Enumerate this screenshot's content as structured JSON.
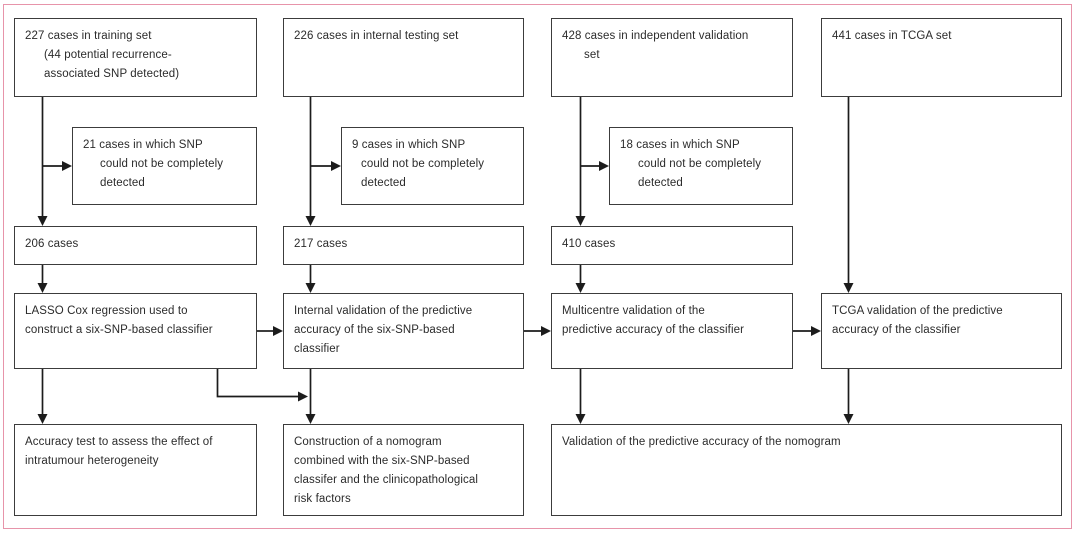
{
  "figure": {
    "title": "Study profile flow diagram",
    "frame_border_color": "#e794aa",
    "box_border_color": "#3c3c3c",
    "arrow_color": "#1c1c1c",
    "text_color": "#2b2b2b"
  },
  "boxes": {
    "training_set": {
      "lines": [
        "227 cases in training set",
        "(44 potential recurrence-",
        "associated SNP detected)"
      ],
      "hang": 19
    },
    "internal_testing_set": {
      "lines": [
        "226 cases in internal testing set"
      ],
      "hang": 0
    },
    "independent_validation_set": {
      "lines": [
        "428 cases in independent validation",
        "set"
      ],
      "hang": 22
    },
    "tcga_set": {
      "lines": [
        "441 cases in TCGA set"
      ],
      "hang": 0
    },
    "excluded_training": {
      "lines": [
        "21 cases in which SNP",
        "could not be completely",
        "detected"
      ],
      "hang": 17
    },
    "excluded_internal": {
      "lines": [
        "9 cases in which SNP",
        "could not be completely",
        "detected"
      ],
      "hang": 9
    },
    "excluded_validation": {
      "lines": [
        "18 cases in which SNP",
        "could not be completely",
        "detected"
      ],
      "hang": 18
    },
    "count_training": {
      "lines": [
        "206 cases"
      ],
      "hang": 0
    },
    "count_internal": {
      "lines": [
        "217 cases"
      ],
      "hang": 0
    },
    "count_validation": {
      "lines": [
        "410 cases"
      ],
      "hang": 0
    },
    "lasso_classifier": {
      "lines": [
        "LASSO Cox regression used to",
        "construct a six-SNP-based classifier"
      ],
      "hang": 0
    },
    "internal_validation": {
      "lines": [
        "Internal validation of the predictive",
        "accuracy of the six-SNP-based",
        "classifier"
      ],
      "hang": 0
    },
    "multicentre_validation": {
      "lines": [
        "Multicentre validation of the",
        "predictive accuracy of the classifier"
      ],
      "hang": 0
    },
    "tcga_validation": {
      "lines": [
        "TCGA validation of the predictive",
        "accuracy of the classifier"
      ],
      "hang": 0
    },
    "accuracy_test": {
      "lines": [
        "Accuracy test to assess the effect of",
        "intratumour heterogeneity"
      ],
      "hang": 0
    },
    "nomogram_construction": {
      "lines": [
        "Construction of a nomogram",
        "combined with the six-SNP-based",
        "classifer and the clinicopathological",
        "risk factors"
      ],
      "hang": 0
    },
    "nomogram_validation": {
      "lines": [
        "Validation of the predictive accuracy of the nomogram"
      ],
      "hang": 0
    }
  }
}
